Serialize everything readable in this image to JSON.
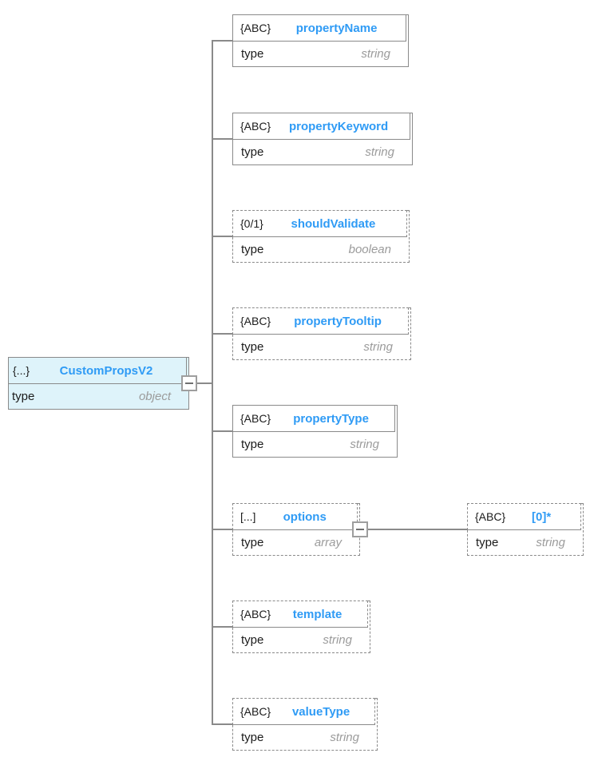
{
  "diagram": {
    "nodes": [
      {
        "id": "customPropsV2",
        "icon": "{...}",
        "name": "CustomPropsV2",
        "type_label": "type",
        "type_value": "object"
      },
      {
        "id": "propertyName",
        "icon": "{ABC}",
        "name": "propertyName",
        "type_label": "type",
        "type_value": "string"
      },
      {
        "id": "propertyKeyword",
        "icon": "{ABC}",
        "name": "propertyKeyword",
        "type_label": "type",
        "type_value": "string"
      },
      {
        "id": "shouldValidate",
        "icon": "{0/1}",
        "name": "shouldValidate",
        "type_label": "type",
        "type_value": "boolean"
      },
      {
        "id": "propertyTooltip",
        "icon": "{ABC}",
        "name": "propertyTooltip",
        "type_label": "type",
        "type_value": "string"
      },
      {
        "id": "propertyType",
        "icon": "{ABC}",
        "name": "propertyType",
        "type_label": "type",
        "type_value": "string"
      },
      {
        "id": "options",
        "icon": "[...]",
        "name": "options",
        "type_label": "type",
        "type_value": "array"
      },
      {
        "id": "template",
        "icon": "{ABC}",
        "name": "template",
        "type_label": "type",
        "type_value": "string"
      },
      {
        "id": "valueType",
        "icon": "{ABC}",
        "name": "valueType",
        "type_label": "type",
        "type_value": "string"
      },
      {
        "id": "optionsItem",
        "icon": "{ABC}",
        "name": "[0]*",
        "type_label": "type",
        "type_value": "string"
      }
    ],
    "colors": {
      "name_blue": "#2f9bf5",
      "root_fill": "#def3fa",
      "border_gray": "#8a8a8a",
      "value_gray": "#9b9b9b"
    }
  }
}
